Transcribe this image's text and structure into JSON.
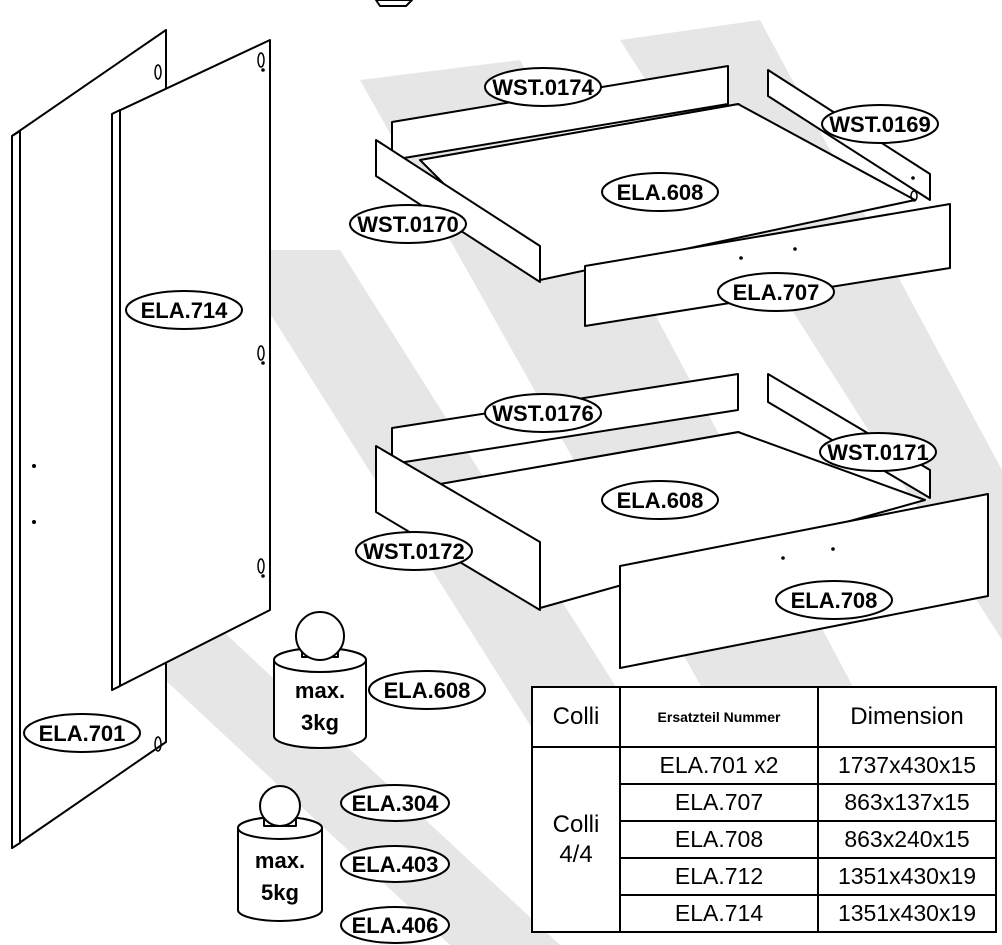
{
  "labels": {
    "ela_714": "ELA.714",
    "ela_701": "ELA.701",
    "wst_0174": "WST.0174",
    "wst_0169": "WST.0169",
    "ela_608_top": "ELA.608",
    "wst_0170": "WST.0170",
    "ela_707": "ELA.707",
    "wst_0176": "WST.0176",
    "wst_0171": "WST.0171",
    "ela_608_mid": "ELA.608",
    "wst_0172": "WST.0172",
    "ela_708": "ELA.708",
    "ela_608_bottom": "ELA.608",
    "ela_304": "ELA.304",
    "ela_403": "ELA.403",
    "ela_406": "ELA.406"
  },
  "weights": {
    "top_line1": "max.",
    "top_line2": "3kg",
    "bottom_line1": "max.",
    "bottom_line2": "5kg"
  },
  "table": {
    "headers": [
      "Colli",
      "Ersatzteil Nummer",
      "Dimension"
    ],
    "colli_line1": "Colli",
    "colli_line2": "4/4",
    "rows": [
      {
        "part": "ELA.701 x2",
        "dim": "1737x430x15"
      },
      {
        "part": "ELA.707",
        "dim": "863x137x15"
      },
      {
        "part": "ELA.708",
        "dim": "863x240x15"
      },
      {
        "part": "ELA.712",
        "dim": "1351x430x19"
      },
      {
        "part": "ELA.714",
        "dim": "1351x430x19"
      }
    ]
  },
  "colors": {
    "line": "#000000",
    "watermark": "#e6e6e6",
    "background": "#ffffff"
  }
}
